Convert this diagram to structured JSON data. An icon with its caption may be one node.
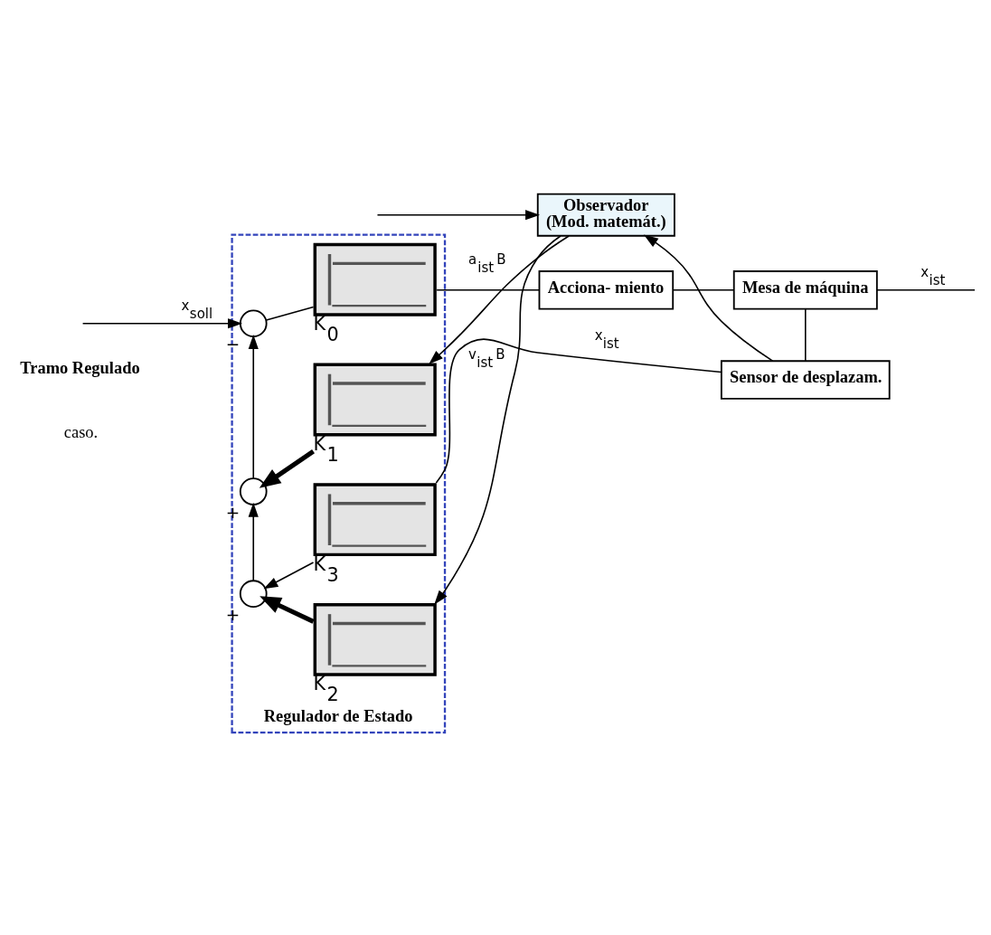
{
  "diagram": {
    "nodes": [
      {
        "text": [
          "Regulador de Estado"
        ]
      },
      {
        "text": [],
        "shape": "circle",
        "in": 0,
        "beside": [
          "−"
        ]
      },
      {
        "text": [],
        "shape": "picture",
        "in": 0,
        "beside": [
          "K$_{0}$"
        ]
      },
      {
        "text": [],
        "shape": "circle",
        "in": 0,
        "beside": [
          "+"
        ]
      },
      {
        "text": [],
        "shape": "picture",
        "in": 0,
        "beside": [
          "K$_{1}$"
        ]
      },
      {
        "text": [],
        "shape": "circle",
        "in": 0,
        "beside": [
          "+"
        ]
      },
      {
        "text": [],
        "shape": "picture",
        "in": 0,
        "beside": [
          "K$_{2}$"
        ]
      },
      {
        "text": [],
        "shape": "picture",
        "in": 0,
        "beside": [
          "K$_{3}$"
        ]
      },
      {
        "text": [
          "Acciona- miento"
        ]
      },
      {
        "text": [
          "Mesa de máquina"
        ]
      },
      {
        "text": [
          "Sensor de desplazam."
        ]
      },
      {
        "text": [
          "Observador",
          "(Mod. matemát.)"
        ]
      }
    ],
    "edges": [
      {
        "from": null,
        "to": 1,
        "arrow": "to",
        "label": "x$_{soll}$"
      },
      {
        "from": null,
        "to": 11,
        "arrow": "to"
      },
      {
        "from": 1,
        "to": 2,
        "arrow": "none"
      },
      {
        "from": 2,
        "to": 8,
        "arrow": "none"
      },
      {
        "from": 8,
        "to": 9,
        "arrow": "none"
      },
      {
        "from": 9,
        "to": null,
        "arrow": "none",
        "label": "x$_{ist}$"
      },
      {
        "from": 9,
        "to": 10,
        "arrow": "none"
      },
      {
        "from": 10,
        "to": 7,
        "arrow": "none",
        "label": "x$_{ist}$"
      },
      {
        "from": 10,
        "to": 11,
        "arrow": "to"
      },
      {
        "from": 11,
        "to": 4,
        "arrow": "to",
        "label": "a$_{ist}$ B"
      },
      {
        "from": 11,
        "to": 6,
        "arrow": "to",
        "label": "v$_{ist}$ B"
      },
      {
        "from": 4,
        "to": 3,
        "arrow": "to",
        "style": "thick"
      },
      {
        "from": 6,
        "to": 5,
        "arrow": "to",
        "style": "thick"
      },
      {
        "from": 7,
        "to": 5,
        "arrow": "to"
      },
      {
        "from": 5,
        "to": 3,
        "arrow": "to"
      },
      {
        "from": 3,
        "to": 1,
        "arrow": "to"
      }
    ],
    "labels": [
      "caso.",
      "Tramo Regulado"
    ]
  }
}
